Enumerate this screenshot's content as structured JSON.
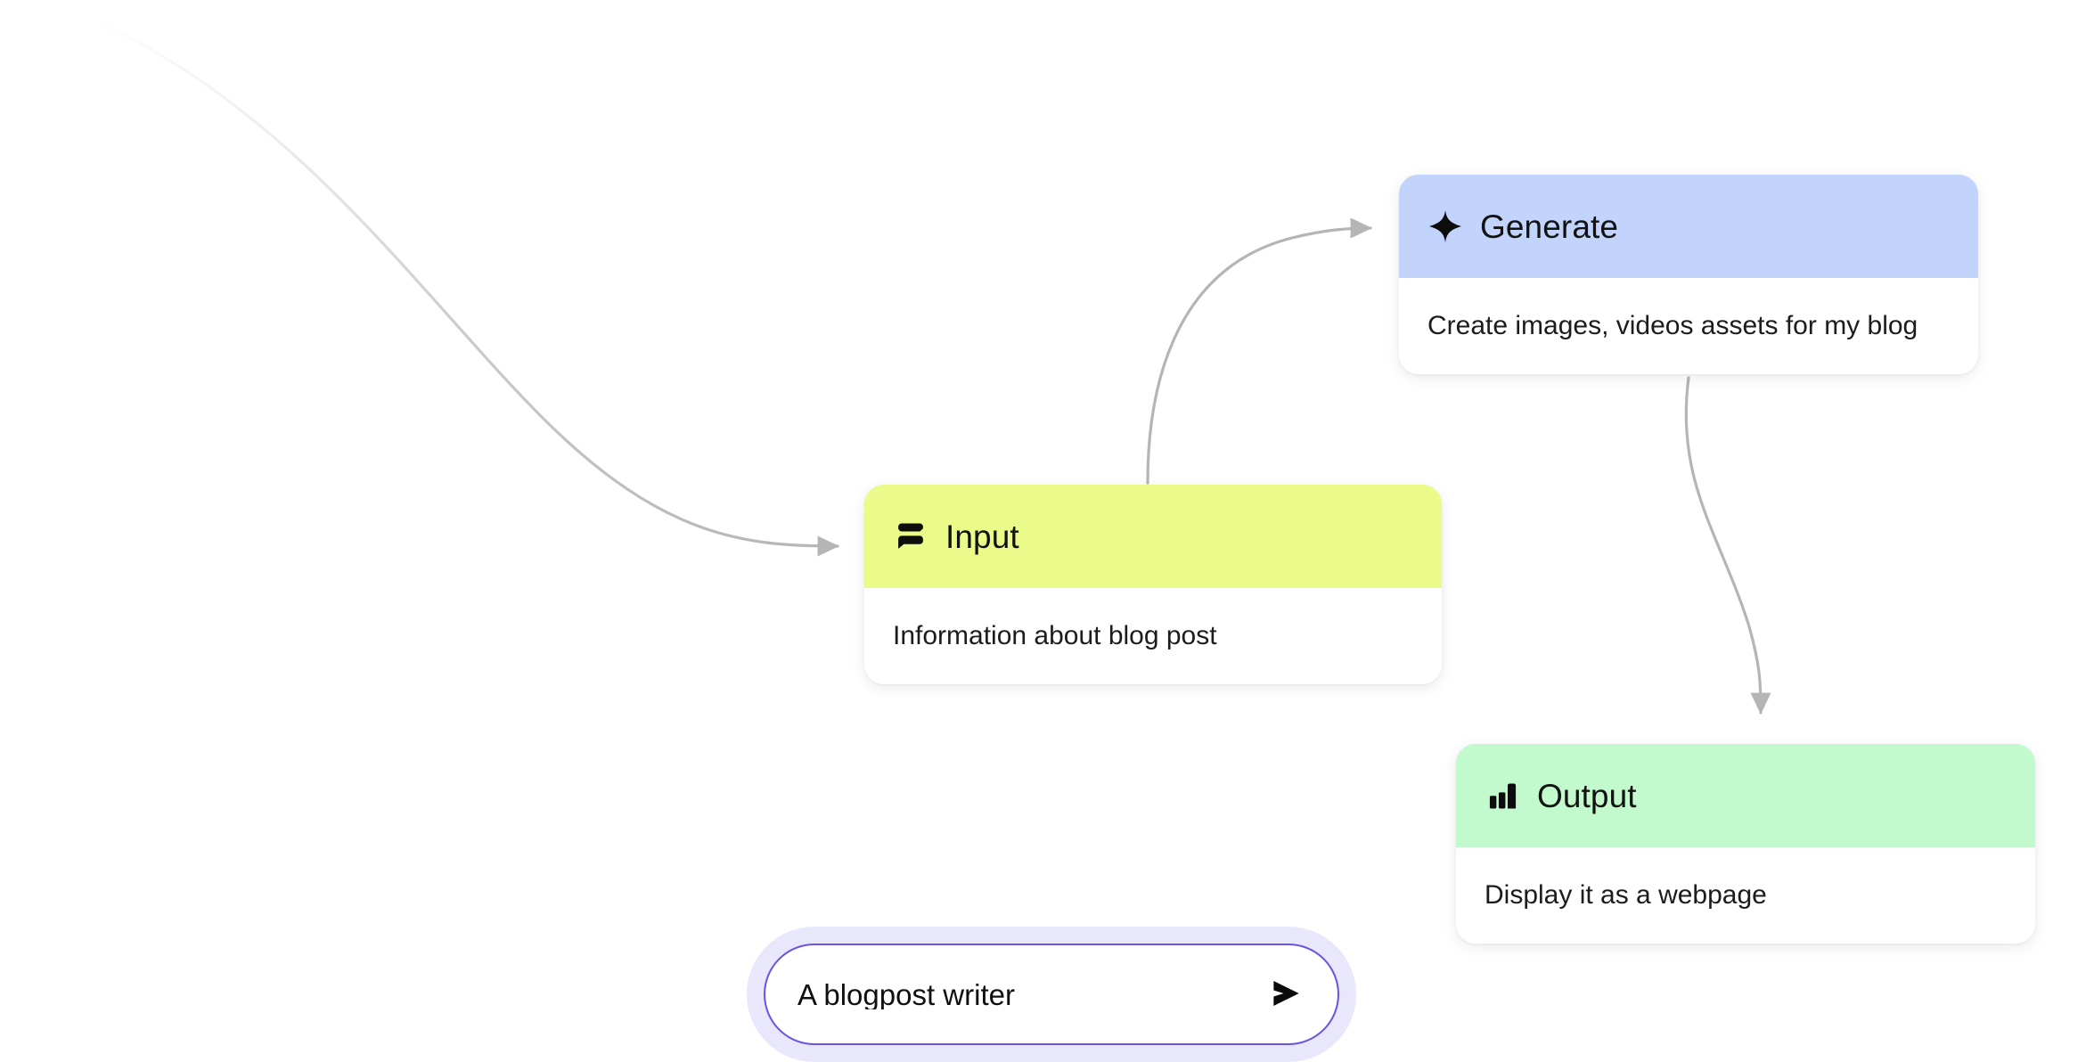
{
  "canvas": {
    "background_color": "#ffffff",
    "edge_color": "#b5b5b5"
  },
  "nodes": [
    {
      "id": "generate",
      "title": "Generate",
      "description": "Create images, videos assets for my blog",
      "icon": "sparkle-icon",
      "header_color": "#c3d4fc",
      "body_color": "#ffffff"
    },
    {
      "id": "input",
      "title": "Input",
      "description": "Information about blog post",
      "icon": "chat-lines-icon",
      "header_color": "#eafb8a",
      "body_color": "#ffffff"
    },
    {
      "id": "output",
      "title": "Output",
      "description": "Display it as a webpage",
      "icon": "bar-chart-icon",
      "header_color": "#c3facd",
      "body_color": "#ffffff"
    }
  ],
  "edges": [
    {
      "id": "edge-offscreen-to-input",
      "from": "offscreen",
      "to": "input"
    },
    {
      "id": "edge-input-to-generate",
      "from": "input",
      "to": "generate"
    },
    {
      "id": "edge-generate-to-output",
      "from": "generate",
      "to": "output"
    }
  ],
  "prompt": {
    "value": "A blogpost writer",
    "placeholder": "A blogpost writer",
    "send_icon": "send-arrow-icon",
    "border_color": "#6b52e2",
    "halo_color": "#e9e7fb"
  }
}
